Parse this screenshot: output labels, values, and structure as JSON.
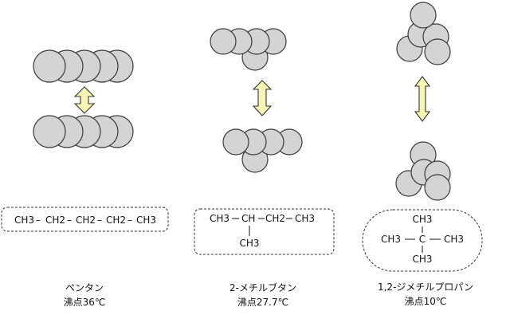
{
  "columns": [
    {
      "name": "ペンタン",
      "boiling_point": "沸点36℃",
      "formula": [
        "CH3",
        "CH2",
        "CH2",
        "CH2",
        "CH3"
      ],
      "sep": "–"
    },
    {
      "name": "2-メチルブタン",
      "boiling_point": "沸点27.7℃",
      "formula": [
        "CH3",
        "CH",
        "CH2",
        "CH3",
        "CH3"
      ]
    },
    {
      "name": "1,2-ジメチルプロパン",
      "boiling_point": "沸点10℃",
      "formula": [
        "CH3",
        "CH3",
        "C",
        "CH3",
        "CH3"
      ]
    }
  ],
  "colors": {
    "atom_fill": "#d4d4d4",
    "arrow_fill": "#f7f5b4",
    "stroke": "#333333"
  }
}
